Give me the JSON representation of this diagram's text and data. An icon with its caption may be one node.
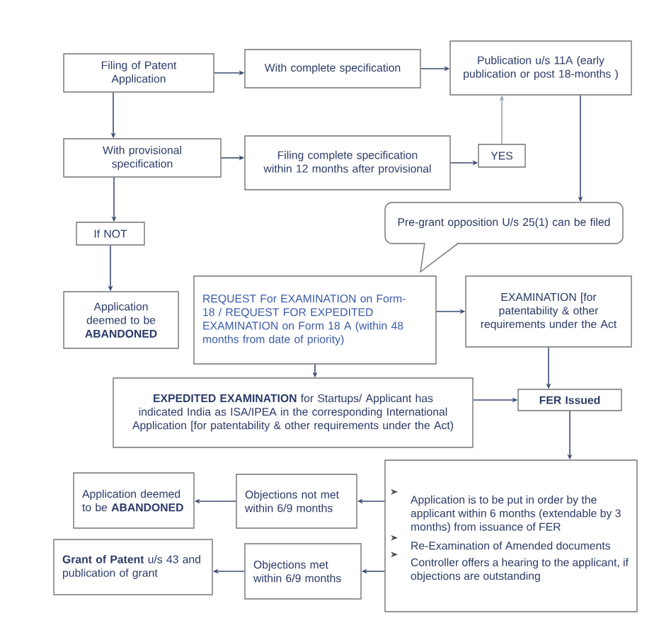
{
  "diagram": {
    "nodes": [
      {
        "text": [
          "Filing of Patent Application"
        ]
      },
      {
        "text": [
          "With complete specification"
        ]
      },
      {
        "text": [
          "Publication u/s 11A (early publication or post 18-months )"
        ]
      },
      {
        "text": [
          "With provisional specification"
        ]
      },
      {
        "text": [
          "Filing complete specification within 12 months after provisional"
        ]
      },
      {
        "text": [
          "YES"
        ]
      },
      {
        "text": [
          "Pre-grant opposition U/s 25(1) can be filed"
        ]
      },
      {
        "text": [
          "If NOT"
        ]
      },
      {
        "text": [
          "Application deemed to be **ABANDONED**"
        ]
      },
      {
        "text": [
          "REQUEST For EXAMINATION on Form-18 / REQUEST FOR EXPEDITED EXAMINATION on Form 18 A (within 48 months from date of priority)"
        ]
      },
      {
        "text": [
          "EXAMINATION [for patentability & other requirements under the Act"
        ]
      },
      {
        "text": [
          "**EXPEDITED EXAMINATION** for Startups/ Applicant has indicated India as ISA/IPEA in the corresponding International Application [for patentability & other requirements under the Act)"
        ]
      },
      {
        "text": [
          "FER Issued"
        ]
      },
      {
        "text": [
          "Application is to be put in order by the applicant within 6 months (extendable by 3 months) from issuance of FER",
          "Re-Examination of Amended documents",
          "Controller offers a hearing to the applicant, if objections are outstanding"
        ]
      },
      {
        "text": [
          "Objections not met within 6/9 months"
        ]
      },
      {
        "text": [
          "Application deemed to be **ABANDONED**"
        ]
      },
      {
        "text": [
          "Objections met within 6/9 months"
        ]
      },
      {
        "text": [
          "**Grant of Patent** u/s 43 and publication of grant"
        ]
      }
    ],
    "edges": [
      {
        "from": 0,
        "to": 1,
        "arrow": "to"
      },
      {
        "from": 1,
        "to": 2,
        "arrow": "to"
      },
      {
        "from": 0,
        "to": 3,
        "arrow": "to"
      },
      {
        "from": 3,
        "to": 4,
        "arrow": "to"
      },
      {
        "from": 4,
        "to": 5,
        "arrow": "to"
      },
      {
        "from": 5,
        "to": 2,
        "arrow": "to",
        "color": "#8ea6c8"
      },
      {
        "from": 3,
        "to": 7,
        "arrow": "to"
      },
      {
        "from": 7,
        "to": 8,
        "arrow": "to"
      },
      {
        "from": 2,
        "to": 6,
        "arrow": "to"
      },
      {
        "from": 9,
        "to": 10,
        "arrow": "to"
      },
      {
        "from": 9,
        "to": 11,
        "arrow": "to"
      },
      {
        "from": 10,
        "to": 12,
        "arrow": "to"
      },
      {
        "from": 11,
        "to": 12,
        "arrow": "to"
      },
      {
        "from": 12,
        "to": 13,
        "arrow": "to"
      },
      {
        "from": 13,
        "to": 14,
        "arrow": "to"
      },
      {
        "from": 14,
        "to": 15,
        "arrow": "to"
      },
      {
        "from": 13,
        "to": 16,
        "arrow": "to"
      },
      {
        "from": 16,
        "to": 17,
        "arrow": "to"
      }
    ]
  }
}
